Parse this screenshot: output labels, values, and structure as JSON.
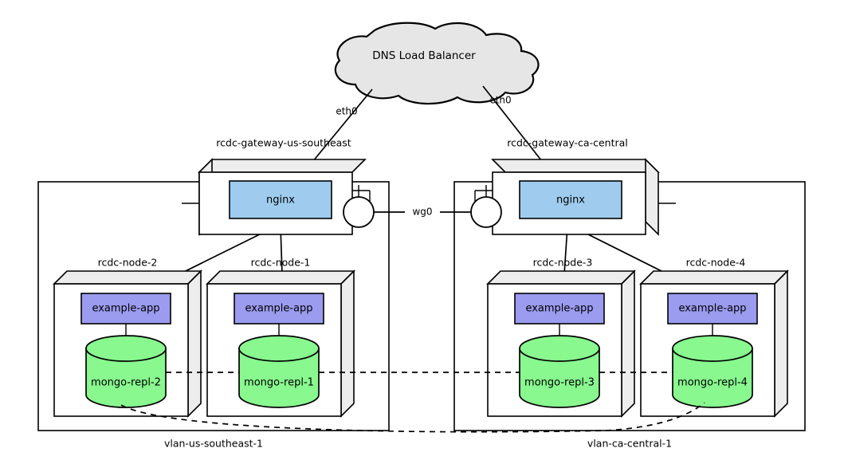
{
  "diagram": {
    "title": "DNS Load Balancer network topology",
    "background": "#ffffff",
    "colors": {
      "nginx_fill": "#9fccee",
      "app_fill": "#9b9bf0",
      "db_fill": "#88f88f",
      "cloud_fill": "#e6e6e6",
      "face_3d": "#ededed",
      "stroke": "#000000"
    }
  },
  "cloud": {
    "label": "DNS Load Balancer",
    "fill": "#e6e6e6"
  },
  "edges": {
    "eth0_left_label": "eth0",
    "eth0_right_label": "eth0",
    "wg0_label": "wg0"
  },
  "vlans": [
    {
      "id": "vlan-us-southeast-1",
      "label": "vlan-us-southeast-1"
    },
    {
      "id": "vlan-ca-central-1",
      "label": "vlan-ca-central-1"
    }
  ],
  "gateways": [
    {
      "id": "rcdc-gateway-us-southeast",
      "label": "rcdc-gateway-us-southeast",
      "service": "nginx"
    },
    {
      "id": "rcdc-gateway-ca-central",
      "label": "rcdc-gateway-ca-central",
      "service": "nginx"
    }
  ],
  "nodes": [
    {
      "id": "rcdc-node-2",
      "label": "rcdc-node-2",
      "app": "example-app",
      "db": "mongo-repl-2"
    },
    {
      "id": "rcdc-node-1",
      "label": "rcdc-node-1",
      "app": "example-app",
      "db": "mongo-repl-1"
    },
    {
      "id": "rcdc-node-3",
      "label": "rcdc-node-3",
      "app": "example-app",
      "db": "mongo-repl-3"
    },
    {
      "id": "rcdc-node-4",
      "label": "rcdc-node-4",
      "app": "example-app",
      "db": "mongo-repl-4"
    }
  ]
}
